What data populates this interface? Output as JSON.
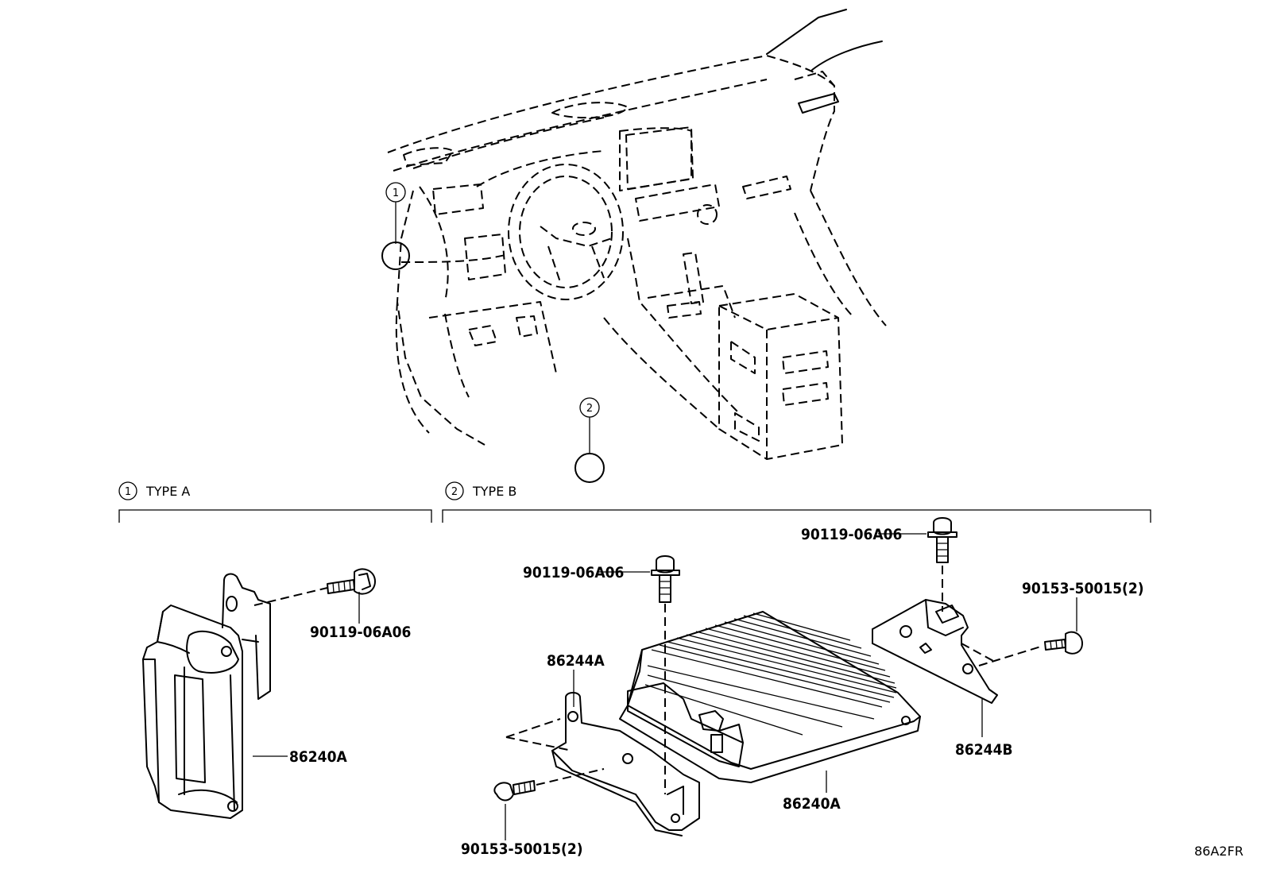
{
  "callouts": {
    "marker_1": "1",
    "marker_2": "2"
  },
  "sections": {
    "type_a": {
      "number": "1",
      "label": "TYPE A"
    },
    "type_b": {
      "number": "2",
      "label": "TYPE B"
    }
  },
  "parts": {
    "a_bolt": "90119-06A06",
    "a_module": "86240A",
    "b_bolt_left": "90119-06A06",
    "b_bolt_right": "90119-06A06",
    "b_bolt_small_right": "90153-50015(2)",
    "b_bracket_left": "86244A",
    "b_bracket_right": "86244B",
    "b_module": "86240A",
    "b_bolt_small_left": "90153-50015(2)"
  },
  "diagram_code": "86A2FR"
}
